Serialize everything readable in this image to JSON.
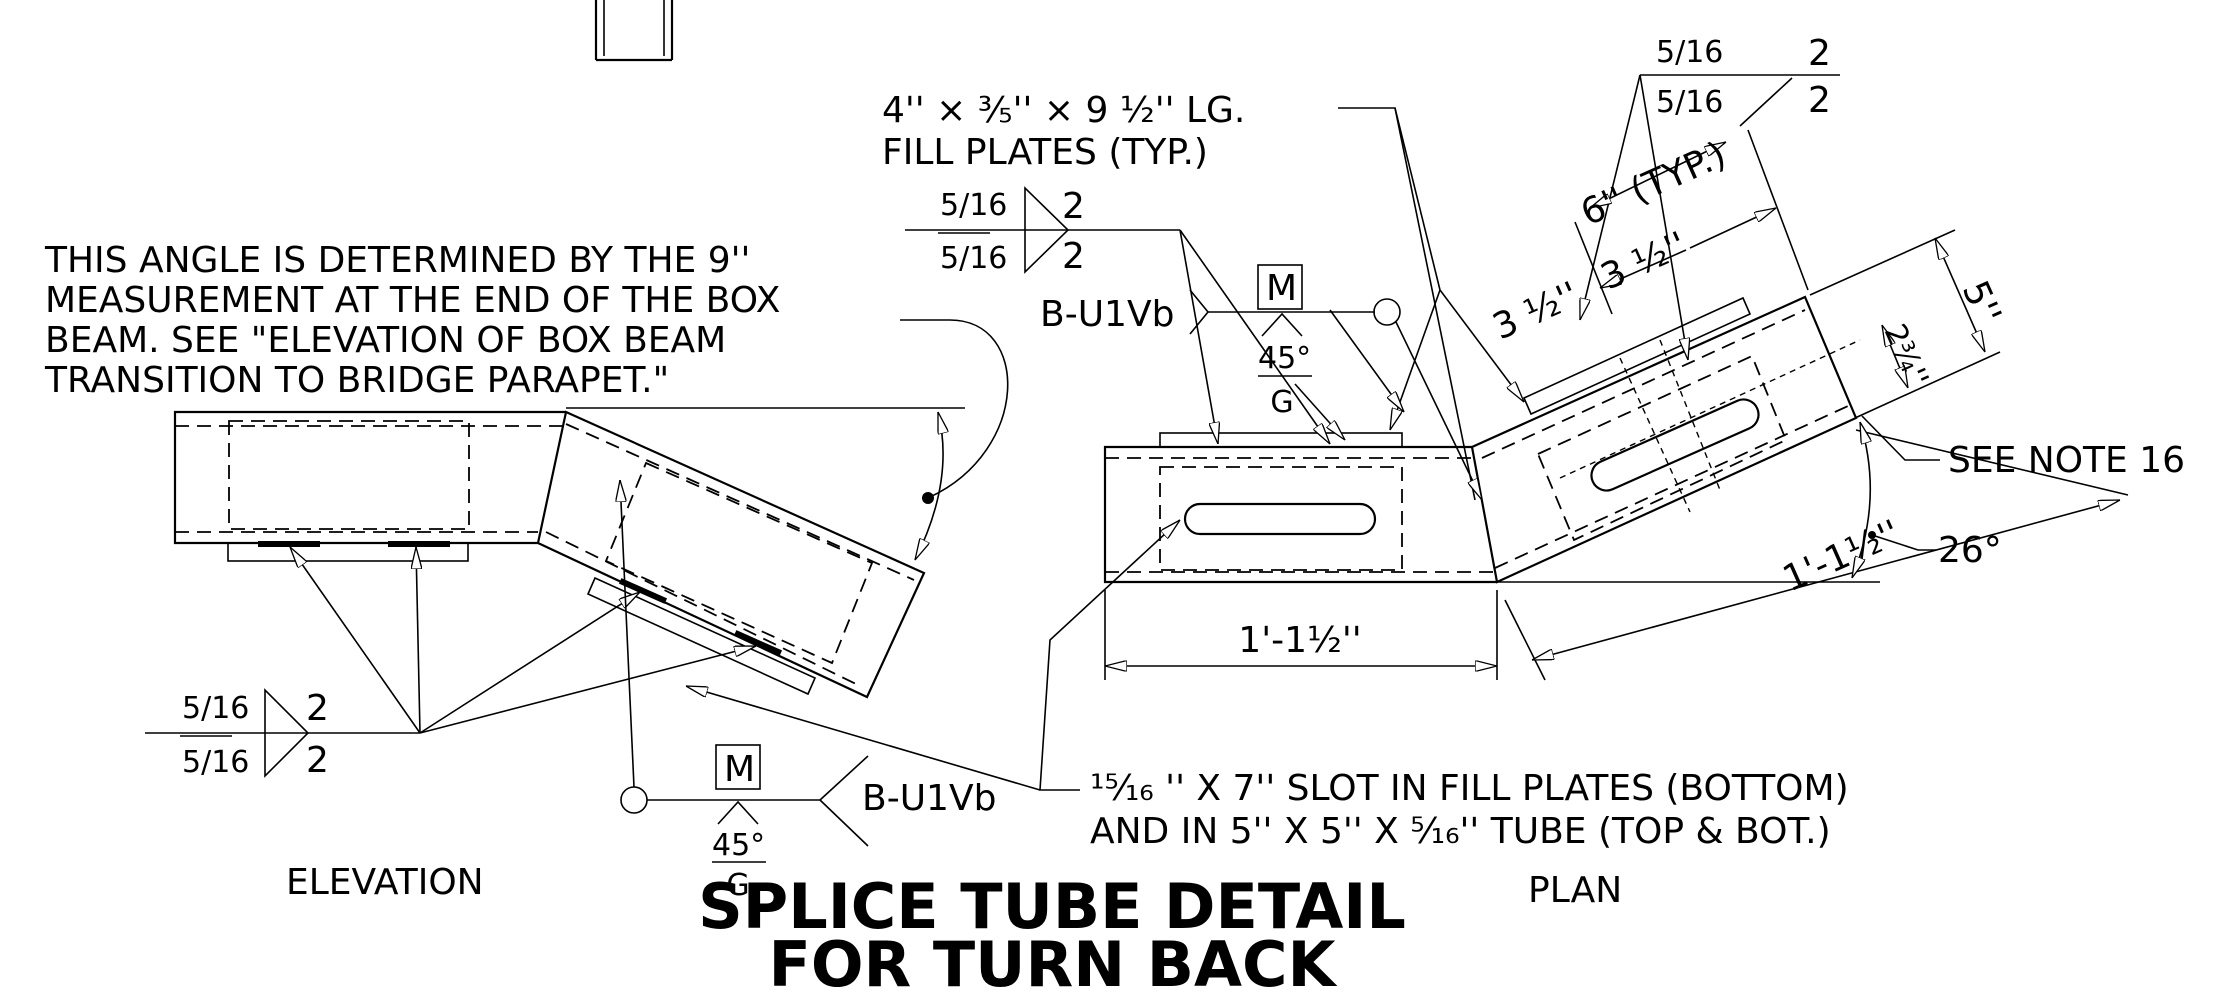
{
  "title": {
    "line1": "SPLICE TUBE DETAIL",
    "line2": "FOR TURN  BACK"
  },
  "views": {
    "elevation": "ELEVATION",
    "plan": "PLAN"
  },
  "notes": {
    "angle_note": [
      "THIS ANGLE IS DETERMINED BY THE 9''",
      "MEASUREMENT AT THE END OF THE BOX",
      "BEAM. SEE \"ELEVATION OF BOX BEAM",
      "TRANSITION TO BRIDGE PARAPET.\""
    ],
    "fill_plates": {
      "line1": "4'' × ⅗'' × 9 ½'' LG.",
      "line2": "FILL PLATES (TYP.)"
    },
    "slot": {
      "line1": "¹⁵⁄₁₆ '' X 7'' SLOT IN FILL PLATES (BOTTOM)",
      "line2": "AND IN 5'' X 5'' X ⁵⁄₁₆'' TUBE (TOP & BOT.)"
    },
    "see_note": "SEE NOTE 16"
  },
  "welds": {
    "fillet": {
      "top": "5/16",
      "bottom": "5/16",
      "length_top": "2",
      "length_bottom": "2"
    },
    "groove": {
      "symbol": "M",
      "angle": "45°",
      "finish": "G",
      "process": "B-U1Vb"
    }
  },
  "dimensions": {
    "typ": "6'' (TYP.)",
    "half_a": "3 ½''",
    "half_b": "3 ½''",
    "tube_width": "5''",
    "offset": "2¾''",
    "plan_length_straight": "1'-1½''",
    "plan_length_angled": "1'-1½''",
    "angle": "26°"
  }
}
